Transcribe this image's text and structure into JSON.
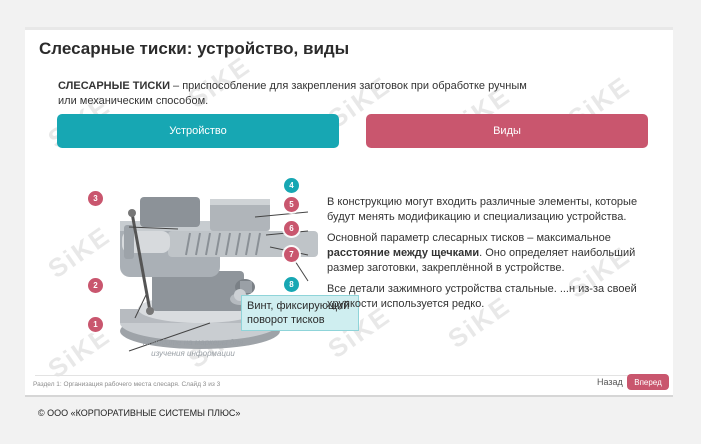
{
  "slide": {
    "title": "Слесарные тиски: устройство, виды",
    "intro_term": "СЛЕСАРНЫЕ ТИСКИ",
    "intro_rest": " – приспособление для закрепления заготовок при обработке ручным или механическим способом."
  },
  "tabs": [
    {
      "label": "Устройство",
      "color": "#17a7b3"
    },
    {
      "label": "Виды",
      "color": "#c9566e"
    }
  ],
  "markers": [
    "1",
    "2",
    "3",
    "4",
    "5",
    "6",
    "7",
    "8"
  ],
  "tooltip": "Винт, фиксирующий поворот тисков",
  "hint": "Наводите на маркеры для изучения информации",
  "text": {
    "p1": "В конструкцию могут входить различные элементы, которые будут менять модификацию и специализацию устройства.",
    "p2_a": "Основной параметр слесарных тисков – максимальное ",
    "p2_b": "расстояние между щечками",
    "p2_c": ". Оно определяет наибольший размер заготовки, закреплённой в устройстве.",
    "p3": "Все детали зажимного устройства стальные. ...н из-за своей хрупкости используется редко."
  },
  "footer": {
    "breadcrumb": "Раздел 1: Организация рабочего места слесаря. Слайд 3 из 3",
    "back": "Назад",
    "next": "Вперед"
  },
  "copyright": "© ООО «КОРПОРАТИВНЫЕ СИСТЕМЫ ПЛЮС»",
  "watermark": "SiKE",
  "colors": {
    "accent_teal": "#17a7b3",
    "accent_red": "#c9566e"
  }
}
